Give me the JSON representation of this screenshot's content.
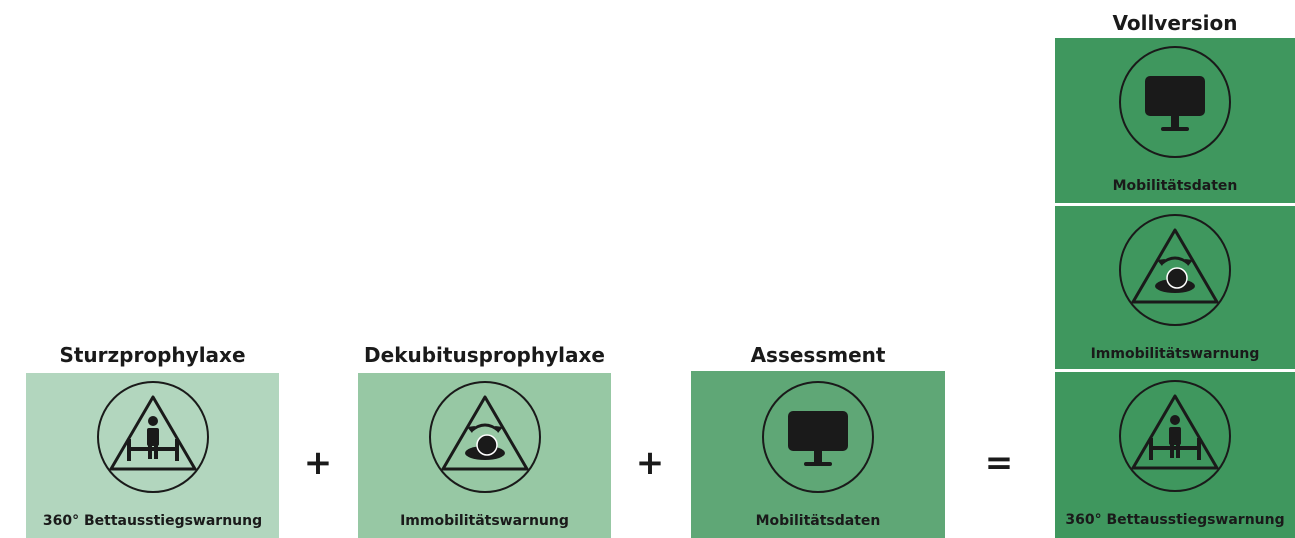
{
  "modules": [
    {
      "title": "Sturzprophylaxe",
      "label": "360° Bettausstiegswarnung",
      "icon": "bed-exit-warning-icon"
    },
    {
      "title": "Dekubitusprophylaxe",
      "label": "Immobilitätswarnung",
      "icon": "immobility-warning-icon"
    },
    {
      "title": "Assessment",
      "label": "Mobilitätsdaten",
      "icon": "monitor-icon"
    }
  ],
  "operators": {
    "plus1": "+",
    "plus2": "+",
    "equals": "="
  },
  "full_version": {
    "title": "Vollversion",
    "items": [
      {
        "label": "Mobilitätsdaten",
        "icon": "monitor-icon"
      },
      {
        "label": "Immobilitätswarnung",
        "icon": "immobility-warning-icon"
      },
      {
        "label": "360° Bettausstiegswarnung",
        "icon": "bed-exit-warning-icon"
      }
    ]
  },
  "colors": {
    "sturz": "#b2d6be",
    "dekubitus": "#97c8a4",
    "assessment": "#5fa776",
    "vollversion": "#3f975e",
    "icon_ink": "#1a1a1a"
  }
}
